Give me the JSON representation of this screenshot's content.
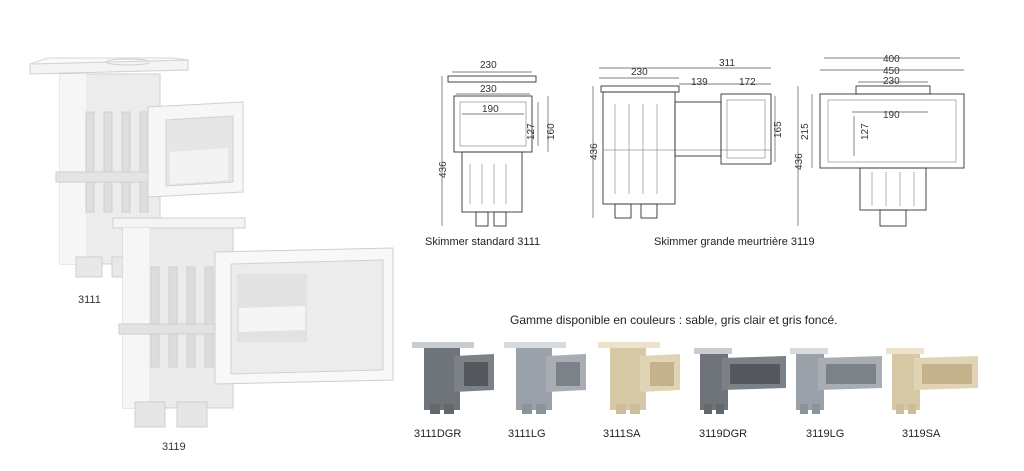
{
  "products": {
    "label_3111": "3111",
    "label_3119": "3119"
  },
  "drawings": {
    "standard": {
      "caption": "Skimmer standard 3111",
      "dims": {
        "top_width": "230",
        "inner_width": "230",
        "opening_width": "190",
        "opening_h1": "127",
        "opening_h2": "160",
        "total_height": "436"
      }
    },
    "large": {
      "caption": "Skimmer grande meurtrière 3119",
      "dims": {
        "body_width": "230",
        "depth": "311",
        "neck": "139",
        "mouth_depth": "172",
        "mouth_height": "165",
        "total_height": "436"
      }
    },
    "front": {
      "dims": {
        "w400": "400",
        "w450": "450",
        "w230": "230",
        "w190": "190",
        "h127": "127",
        "h215": "215",
        "total_height": "436"
      }
    }
  },
  "range": {
    "headline": "Gamme disponible en couleurs : sable, gris clair et gris foncé.",
    "items": [
      {
        "code": "3111DGR",
        "color": "#6f747a"
      },
      {
        "code": "3111LG",
        "color": "#9aa1a8"
      },
      {
        "code": "3111SA",
        "color": "#d8c9a6"
      },
      {
        "code": "3119DGR",
        "color": "#6f747a"
      },
      {
        "code": "3119LG",
        "color": "#9aa1a8"
      },
      {
        "code": "3119SA",
        "color": "#d8c9a6"
      }
    ]
  }
}
